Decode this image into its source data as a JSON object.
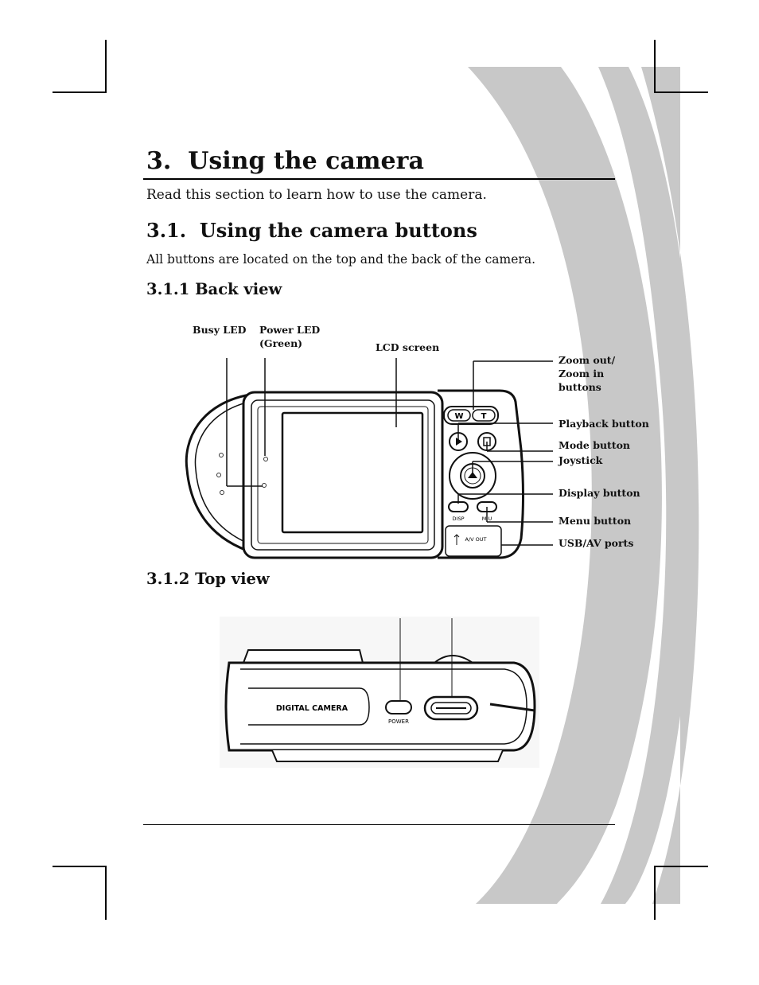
{
  "heading": {
    "number": "3.",
    "title": "Using the camera"
  },
  "intro": "Read this section to learn how to use the camera.",
  "section": {
    "number": "3.1.",
    "title": "Using the camera buttons"
  },
  "section_body": "All buttons are located on the top and the back of the camera.",
  "back_view": {
    "heading": "3.1.1  Back view",
    "labels": {
      "busy_led": "Busy LED",
      "power_led_1": "Power LED",
      "power_led_2": "(Green)",
      "lcd_screen": "LCD screen",
      "zoom_1": "Zoom out/",
      "zoom_2": "Zoom in",
      "zoom_3": "buttons",
      "playback": "Playback button",
      "mode": "Mode button",
      "joystick": "Joystick",
      "display": "Display button",
      "menu": "Menu button",
      "usb_av": "USB/AV ports"
    },
    "body_markings": {
      "w": "W",
      "t": "T",
      "disp": "DISP",
      "menu_mark": "M   U",
      "av_out": "A/V OUT"
    }
  },
  "top_view": {
    "heading": "3.1.2  Top view",
    "body_markings": {
      "brand": "DIGITAL   CAMERA",
      "power": "POWER"
    }
  },
  "colors": {
    "swoosh": "#c8c8c8",
    "ink": "#111111"
  }
}
